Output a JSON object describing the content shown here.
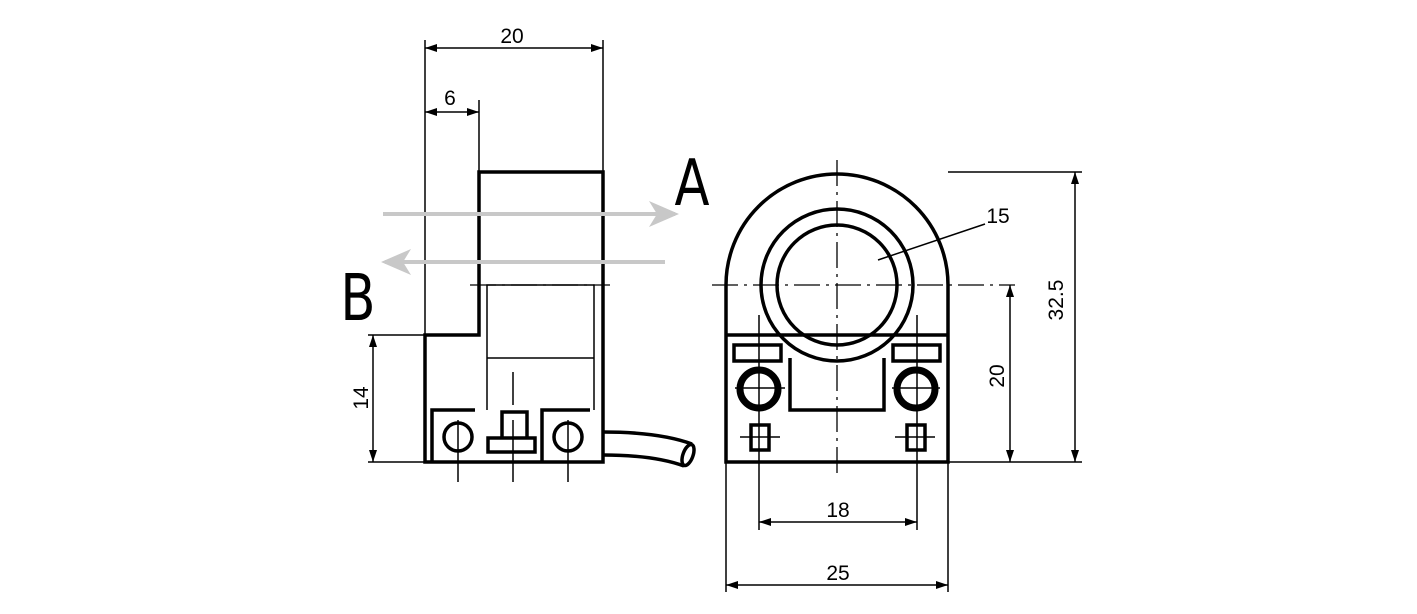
{
  "side_view": {
    "dim_width": "20",
    "dim_offset": "6",
    "dim_height": "14",
    "label_a": "A",
    "label_b": "B"
  },
  "front_view": {
    "dim_diameter": "15",
    "dim_total_height": "32.5",
    "dim_center_height": "20",
    "dim_hole_spacing": "18",
    "dim_width": "25"
  },
  "colors": {
    "line": "#000000",
    "arrow": "#c8c8c8"
  }
}
